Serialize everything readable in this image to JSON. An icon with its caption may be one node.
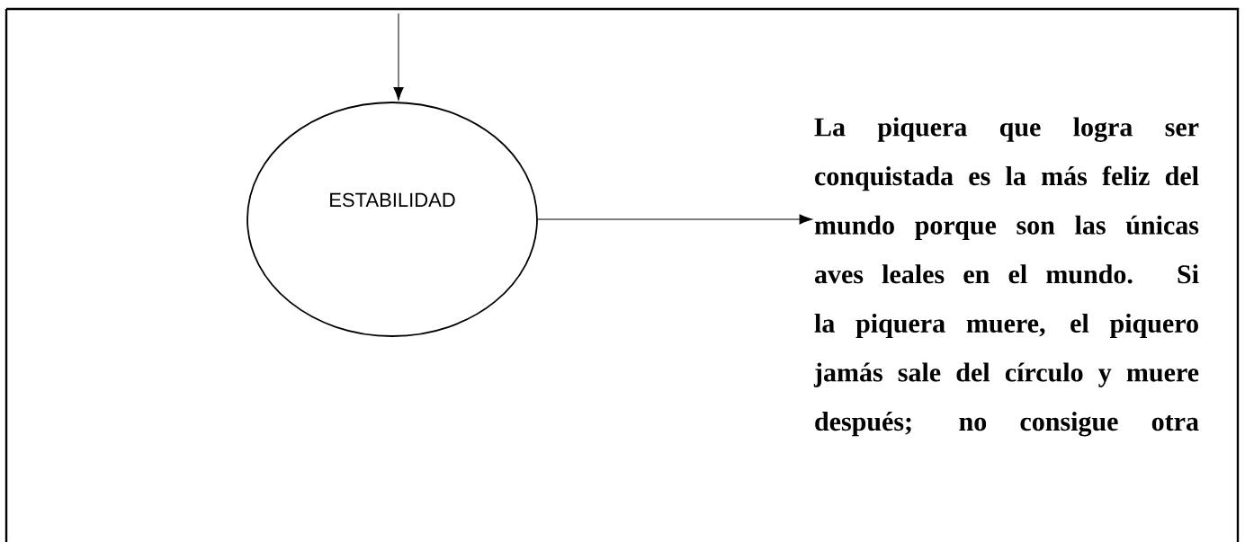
{
  "diagram": {
    "nodes": [
      {
        "text": [
          "ESTABILIDAD"
        ]
      },
      {
        "text": [
          "La piquera que logra ser conquistada es la más feliz del mundo porque son las únicas aves leales en el mundo. Si la piquera muere, el piquero jamás sale del círculo y muere después; no consigue otra"
        ]
      }
    ],
    "edges": [
      {
        "from": null,
        "to": 0,
        "arrow": "to"
      },
      {
        "from": 0,
        "to": 1,
        "arrow": "to"
      }
    ]
  }
}
